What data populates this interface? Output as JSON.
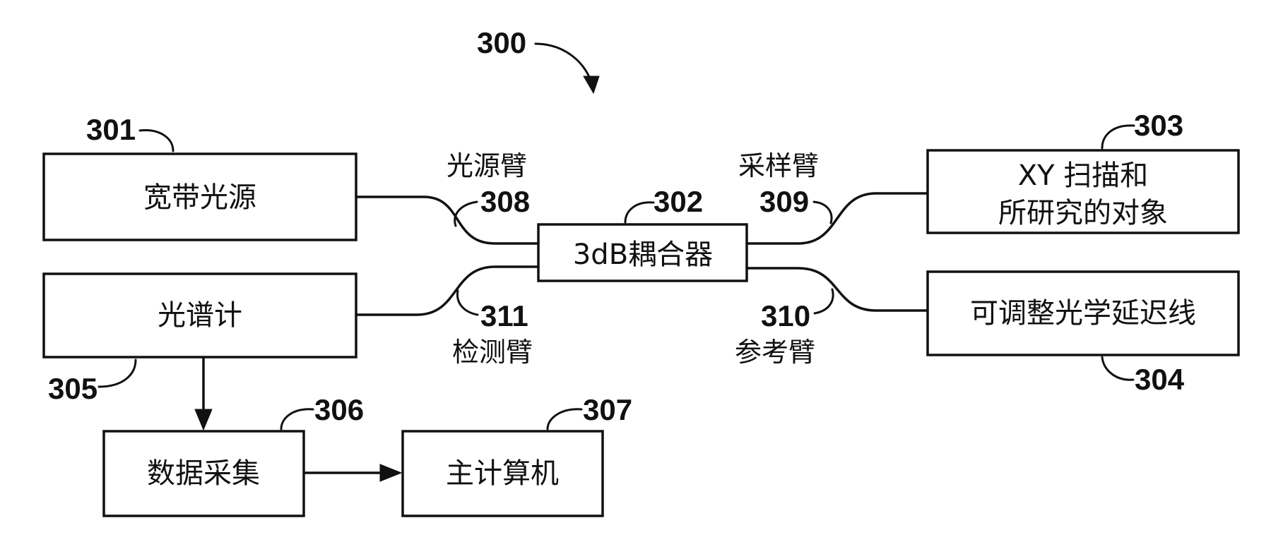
{
  "figure": {
    "number": "300"
  },
  "blocks": {
    "broadband_source": {
      "ref": "301",
      "label": "宽带光源"
    },
    "coupler": {
      "ref": "302",
      "label": "3dB耦合器"
    },
    "scan_object": {
      "ref": "303",
      "label_line1": "XY 扫描和",
      "label_line2": "所研究的对象"
    },
    "delay_line": {
      "ref": "304",
      "label": "可调整光学延迟线"
    },
    "spectrometer": {
      "ref": "305",
      "label": "光谱计"
    },
    "data_acquisition": {
      "ref": "306",
      "label": "数据采集"
    },
    "host_computer": {
      "ref": "307",
      "label": "主计算机"
    }
  },
  "arms": {
    "source_arm": {
      "ref": "308",
      "label": "光源臂"
    },
    "sample_arm": {
      "ref": "309",
      "label": "采样臂"
    },
    "reference_arm": {
      "ref": "310",
      "label": "参考臂"
    },
    "detection_arm": {
      "ref": "311",
      "label": "检测臂"
    }
  }
}
